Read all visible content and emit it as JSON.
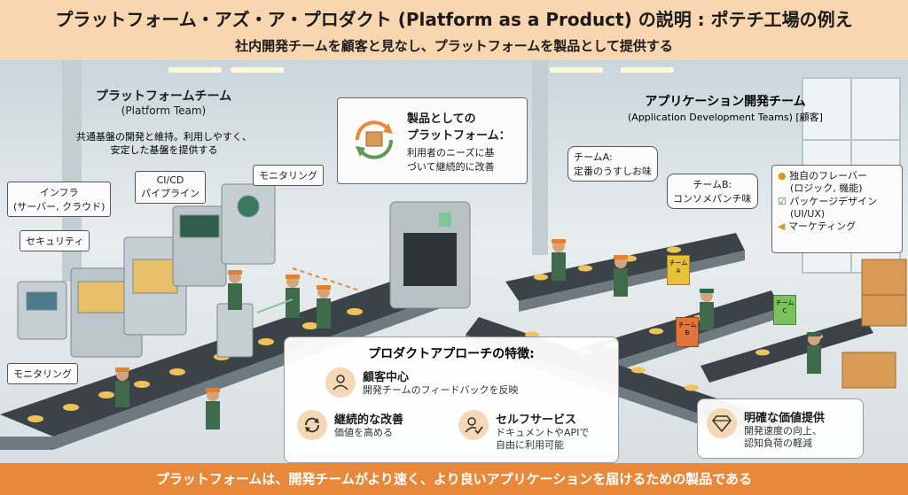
{
  "header": {
    "title": "プラットフォーム・アズ・ア・プロダクト (Platform as a Product) の説明 : ポテチ工場の例え",
    "subtitle": "社内開発チームを顧客と見なし、プラットフォームを製品として提供する"
  },
  "platform_team": {
    "title": "プラットフォームチーム",
    "title_en": "(Platform Team)",
    "desc_line1": "共通基盤の開発と維持。利用しやすく、",
    "desc_line2": "安定した基盤を提供する"
  },
  "machine_tags": {
    "infra_line1": "インフラ",
    "infra_line2": "(サーバー, クラウド)",
    "cicd_line1": "CI/CD",
    "cicd_line2": "パイプライン",
    "monitoring_top": "モニタリング",
    "security": "セキュリティ",
    "monitoring_bottom": "モニタリング"
  },
  "product_box": {
    "title_line1": "製品としての",
    "title_line2": "プラットフォーム：",
    "desc_line1": "利用者のニーズに基",
    "desc_line2": "づいて継続的に改善"
  },
  "app_team": {
    "title": "アプリケーション開発チーム",
    "title_en": "(Application Development Teams) [顧客]"
  },
  "team_a": {
    "line1": "チームA:",
    "line2": "定番のうすしお味"
  },
  "team_b": {
    "line1": "チームB:",
    "line2": "コンソメパンチ味"
  },
  "flavor_list": {
    "item1_line1": "独自のフレーバー",
    "item1_line2": "(ロジック, 機能)",
    "item2_line1": "パッケージデザイン",
    "item2_line2": "(UI/UX)",
    "item3": "マーケティング"
  },
  "bags": {
    "a": "チームA",
    "b": "チームB",
    "c": "チームC"
  },
  "features": {
    "title": "プロダクトアプローチの特徴:",
    "customer_title": "顧客中心",
    "customer_desc": "開発チームのフィードバックを反映",
    "improve_title": "継続的な改善",
    "improve_desc": "価値を高める",
    "self_title": "セルフサービス",
    "self_desc_line1": "ドキュメントやAPIで",
    "self_desc_line2": "自由に利用可能"
  },
  "value_box": {
    "title": "明確な価値提供",
    "desc_line1": "開発速度の向上、",
    "desc_line2": "認知負荷の軽減"
  },
  "footer": "プラットフォームは、開発チームがより速く、より良いアプリケーションを届けるための製品である",
  "colors": {
    "accent": "#e8883a",
    "header_bg": "#f7d6b0",
    "worker_green": "#3f6b4c",
    "chip": "#f1c15a"
  }
}
